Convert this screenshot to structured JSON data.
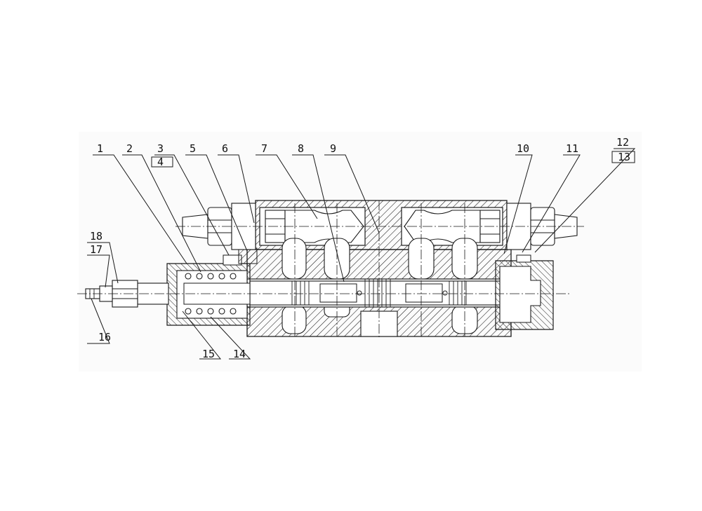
{
  "diagram": {
    "callouts": [
      {
        "id": "c1",
        "text": "1"
      },
      {
        "id": "c2",
        "text": "2"
      },
      {
        "id": "c3",
        "text": "3"
      },
      {
        "id": "c4",
        "text": "4"
      },
      {
        "id": "c5",
        "text": "5"
      },
      {
        "id": "c6",
        "text": "6"
      },
      {
        "id": "c7",
        "text": "7"
      },
      {
        "id": "c8",
        "text": "8"
      },
      {
        "id": "c9",
        "text": "9"
      },
      {
        "id": "c10",
        "text": "10"
      },
      {
        "id": "c11",
        "text": "11"
      },
      {
        "id": "c12",
        "text": "12"
      },
      {
        "id": "c13",
        "text": "13"
      },
      {
        "id": "c14",
        "text": "14"
      },
      {
        "id": "c15",
        "text": "15"
      },
      {
        "id": "c16",
        "text": "16"
      },
      {
        "id": "c17",
        "text": "17"
      },
      {
        "id": "c18",
        "text": "18"
      }
    ],
    "colors": {
      "ink": "#1a1a1a",
      "paper": "#ffffff",
      "panel": "#fbfbfb"
    }
  }
}
